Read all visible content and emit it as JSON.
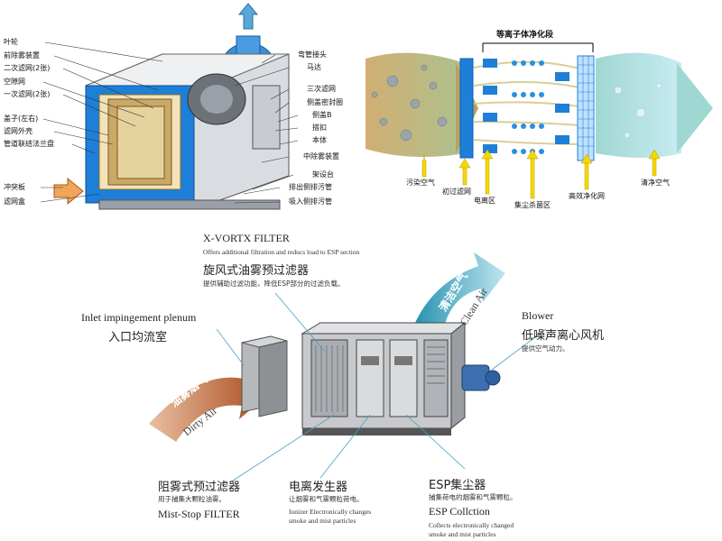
{
  "panel_left": {
    "labels_left": [
      "叶轮",
      "前除雾装置",
      "二次滤网(2张)",
      "空隙网",
      "一次滤网(2张)",
      "盖子(左右)",
      "滤网外壳",
      "管道联结法兰盘",
      "冲突板",
      "滤网盒"
    ],
    "labels_right": [
      "弯管接头",
      "马达",
      "三次滤网",
      "侧盖密封圈",
      "侧盖B",
      "搭扣",
      "本体",
      "中除雾装置",
      "架设台",
      "排出侧排污管",
      "吸入侧排污管"
    ]
  },
  "panel_right": {
    "title": "等离子体净化段",
    "labels": [
      "污染空气",
      "初过滤网",
      "电离区",
      "集尘杀菌区",
      "高效净化网",
      "清净空气"
    ]
  },
  "panel_bottom": {
    "vortex_title": "X-VORTX FILTER",
    "vortex_desc_en": "Offers additional filtration and reducs load to ESP section",
    "vortex_title_zh": "旋风式油雾预过滤器",
    "vortex_desc_zh": "提供辅助过滤功能，降低ESP部分的过滤负载。",
    "inlet_en": "Inlet impingement plenum",
    "inlet_zh": "入口均流室",
    "blower_en": "Blower",
    "blower_zh": "低噪声离心风机",
    "blower_desc_zh": "提供空气动力。",
    "dirty_zh": "油雾烟气",
    "dirty_en": "Dirty Air",
    "clean_zh": "清洁空气",
    "clean_en": "Clean Air",
    "mist_zh": "阻雾式预过滤器",
    "mist_desc_zh": "用于捕集大颗粒油雾。",
    "mist_en": "Mist-Stop FILTER",
    "ionizer_zh": "电离发生器",
    "ionizer_desc_zh": "让烟雾和气雾颗粒荷电。",
    "ionizer_en_1": "Ionizer Electronically changes",
    "ionizer_en_2": "smoke and mist particles",
    "esp_zh": "ESP集尘器",
    "esp_desc_zh": "捕集荷电的烟雾和气雾颗粒。",
    "esp_en": "ESP Collction",
    "esp_desc_en_1": "Collects electronically changed",
    "esp_desc_en_2": "smoke and mist particles"
  },
  "colors": {
    "blue": "#1e7fd8",
    "deep_blue": "#0b5fb5",
    "arrow_brown": "#b34a1c",
    "arrow_teal": "#2aa3b8",
    "yellow": "#f5d800"
  }
}
